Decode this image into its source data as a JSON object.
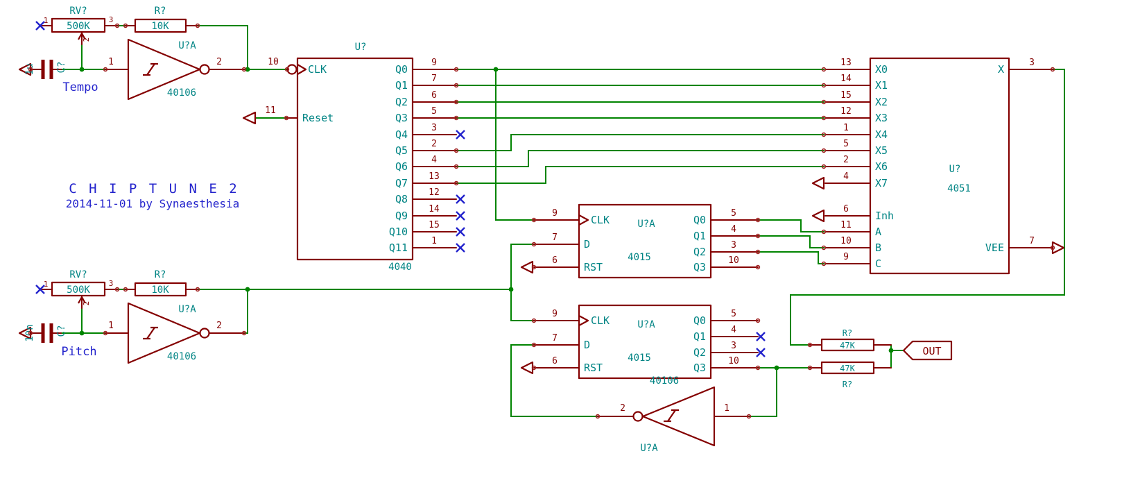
{
  "title_block": {
    "title": "C H I P T U N E  2",
    "subtitle": "2014-11-01 by Synaesthesia"
  },
  "colors": {
    "symbol_outline": "#840000",
    "wire": "#008400",
    "value_text": "#008484",
    "label_text": "#2323cc",
    "pin_number": "#840000"
  },
  "tempo_osc": {
    "pot": {
      "ref": "RV?",
      "value": "500K",
      "pin1": "1",
      "pin2": "2",
      "pin3": "3"
    },
    "res": {
      "ref": "R?",
      "value": "10K"
    },
    "cap": {
      "ref": "C?",
      "value": "1u"
    },
    "net": "Tempo",
    "inv": {
      "ref": "U?A",
      "part": "40106",
      "in": "1",
      "out": "2"
    }
  },
  "pitch_osc": {
    "pot": {
      "ref": "RV?",
      "value": "500K",
      "pin1": "1",
      "pin2": "2",
      "pin3": "3"
    },
    "res": {
      "ref": "R?",
      "value": "10K"
    },
    "cap": {
      "ref": "C?",
      "value": "10n"
    },
    "net": "Pitch",
    "inv": {
      "ref": "U?A",
      "part": "40106",
      "in": "1",
      "out": "2"
    }
  },
  "u4040": {
    "ref": "U?",
    "part": "4040",
    "clk": {
      "name": "CLK",
      "num": "10"
    },
    "reset": {
      "name": "Reset",
      "num": "11"
    },
    "outputs": [
      {
        "name": "Q0",
        "num": "9"
      },
      {
        "name": "Q1",
        "num": "7"
      },
      {
        "name": "Q2",
        "num": "6"
      },
      {
        "name": "Q3",
        "num": "5"
      },
      {
        "name": "Q4",
        "num": "3"
      },
      {
        "name": "Q5",
        "num": "2"
      },
      {
        "name": "Q6",
        "num": "4"
      },
      {
        "name": "Q7",
        "num": "13"
      },
      {
        "name": "Q8",
        "num": "12"
      },
      {
        "name": "Q9",
        "num": "14"
      },
      {
        "name": "Q10",
        "num": "15"
      },
      {
        "name": "Q11",
        "num": "1"
      }
    ]
  },
  "u4051": {
    "ref": "U?",
    "part": "4051",
    "left_pins": [
      {
        "name": "X0",
        "num": "13"
      },
      {
        "name": "X1",
        "num": "14"
      },
      {
        "name": "X2",
        "num": "15"
      },
      {
        "name": "X3",
        "num": "12"
      },
      {
        "name": "X4",
        "num": "1"
      },
      {
        "name": "X5",
        "num": "5"
      },
      {
        "name": "X6",
        "num": "2"
      },
      {
        "name": "X7",
        "num": "4"
      },
      {
        "name": "Inh",
        "num": "6"
      },
      {
        "name": "A",
        "num": "11"
      },
      {
        "name": "B",
        "num": "10"
      },
      {
        "name": "C",
        "num": "9"
      }
    ],
    "x_out": {
      "name": "X",
      "num": "3"
    },
    "vee": {
      "name": "VEE",
      "num": "7"
    }
  },
  "u4015_1": {
    "ref": "U?A",
    "part": "4015",
    "left_pins": [
      {
        "name": "CLK",
        "num": "9"
      },
      {
        "name": "D",
        "num": "7"
      },
      {
        "name": "RST",
        "num": "6"
      }
    ],
    "right_pins": [
      {
        "name": "Q0",
        "num": "5"
      },
      {
        "name": "Q1",
        "num": "4"
      },
      {
        "name": "Q2",
        "num": "3"
      },
      {
        "name": "Q3",
        "num": "10"
      }
    ]
  },
  "u4015_2": {
    "ref": "U?A",
    "part": "4015",
    "left_pins": [
      {
        "name": "CLK",
        "num": "9"
      },
      {
        "name": "D",
        "num": "7"
      },
      {
        "name": "RST",
        "num": "6"
      }
    ],
    "right_pins": [
      {
        "name": "Q0",
        "num": "5"
      },
      {
        "name": "Q1",
        "num": "4"
      },
      {
        "name": "Q2",
        "num": "3"
      },
      {
        "name": "Q3",
        "num": "10"
      }
    ]
  },
  "fb_inv": {
    "ref": "U?A",
    "part": "40106",
    "in": "1",
    "out": "2"
  },
  "mix": {
    "res_top": {
      "ref": "R?",
      "value": "47K"
    },
    "res_bottom": {
      "ref": "R?",
      "value": "47K"
    },
    "out_label": "OUT"
  }
}
